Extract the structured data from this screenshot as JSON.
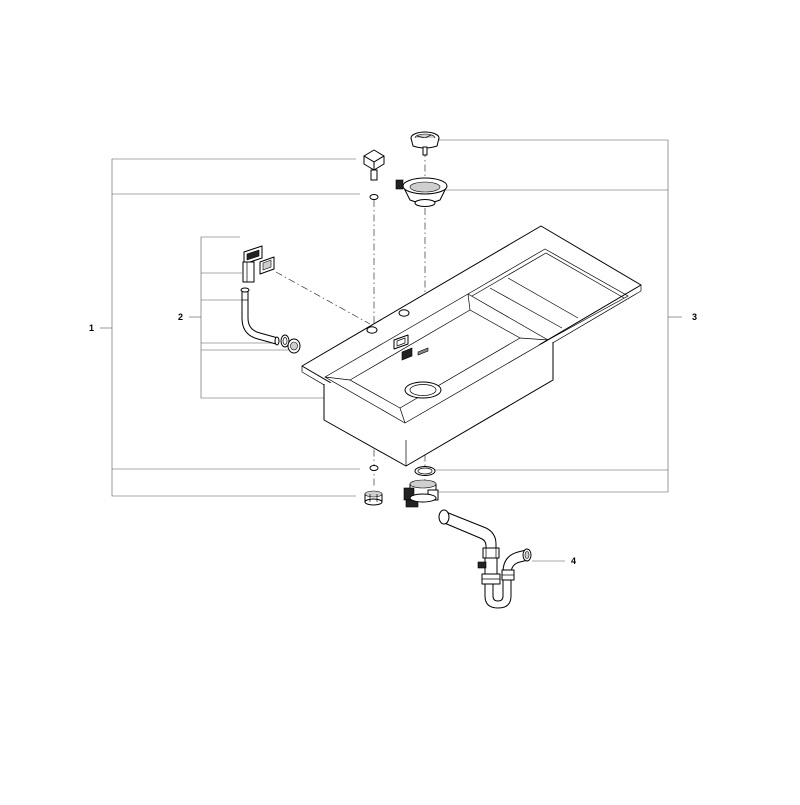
{
  "callouts": {
    "c1": "1",
    "c2": "2",
    "c3": "3",
    "c4": "4"
  },
  "colors": {
    "line": "#000000",
    "leader": "#555555",
    "background": "#ffffff"
  }
}
